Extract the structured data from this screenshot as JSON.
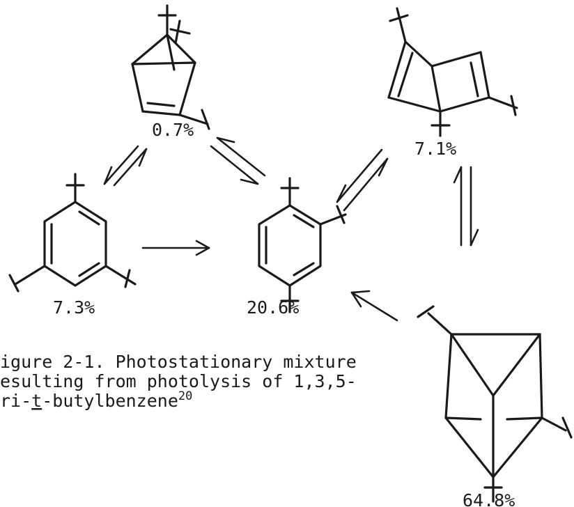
{
  "compounds": {
    "prismane_dewar_left": {
      "percent": "0.7%"
    },
    "dewar_benzene": {
      "percent": "7.1%"
    },
    "tri_135": {
      "percent": "7.3%"
    },
    "tri_124": {
      "percent": "20.6%"
    },
    "prismane": {
      "percent": "64.8%"
    }
  },
  "caption": {
    "line1": "igure 2-1. Photostationary mixture",
    "line2": "esulting from photolysis of 1,3,5-",
    "line3_prefix": "ri-",
    "line3_t": "t",
    "line3_suffix": "-butylbenzene",
    "superscript": "20"
  }
}
